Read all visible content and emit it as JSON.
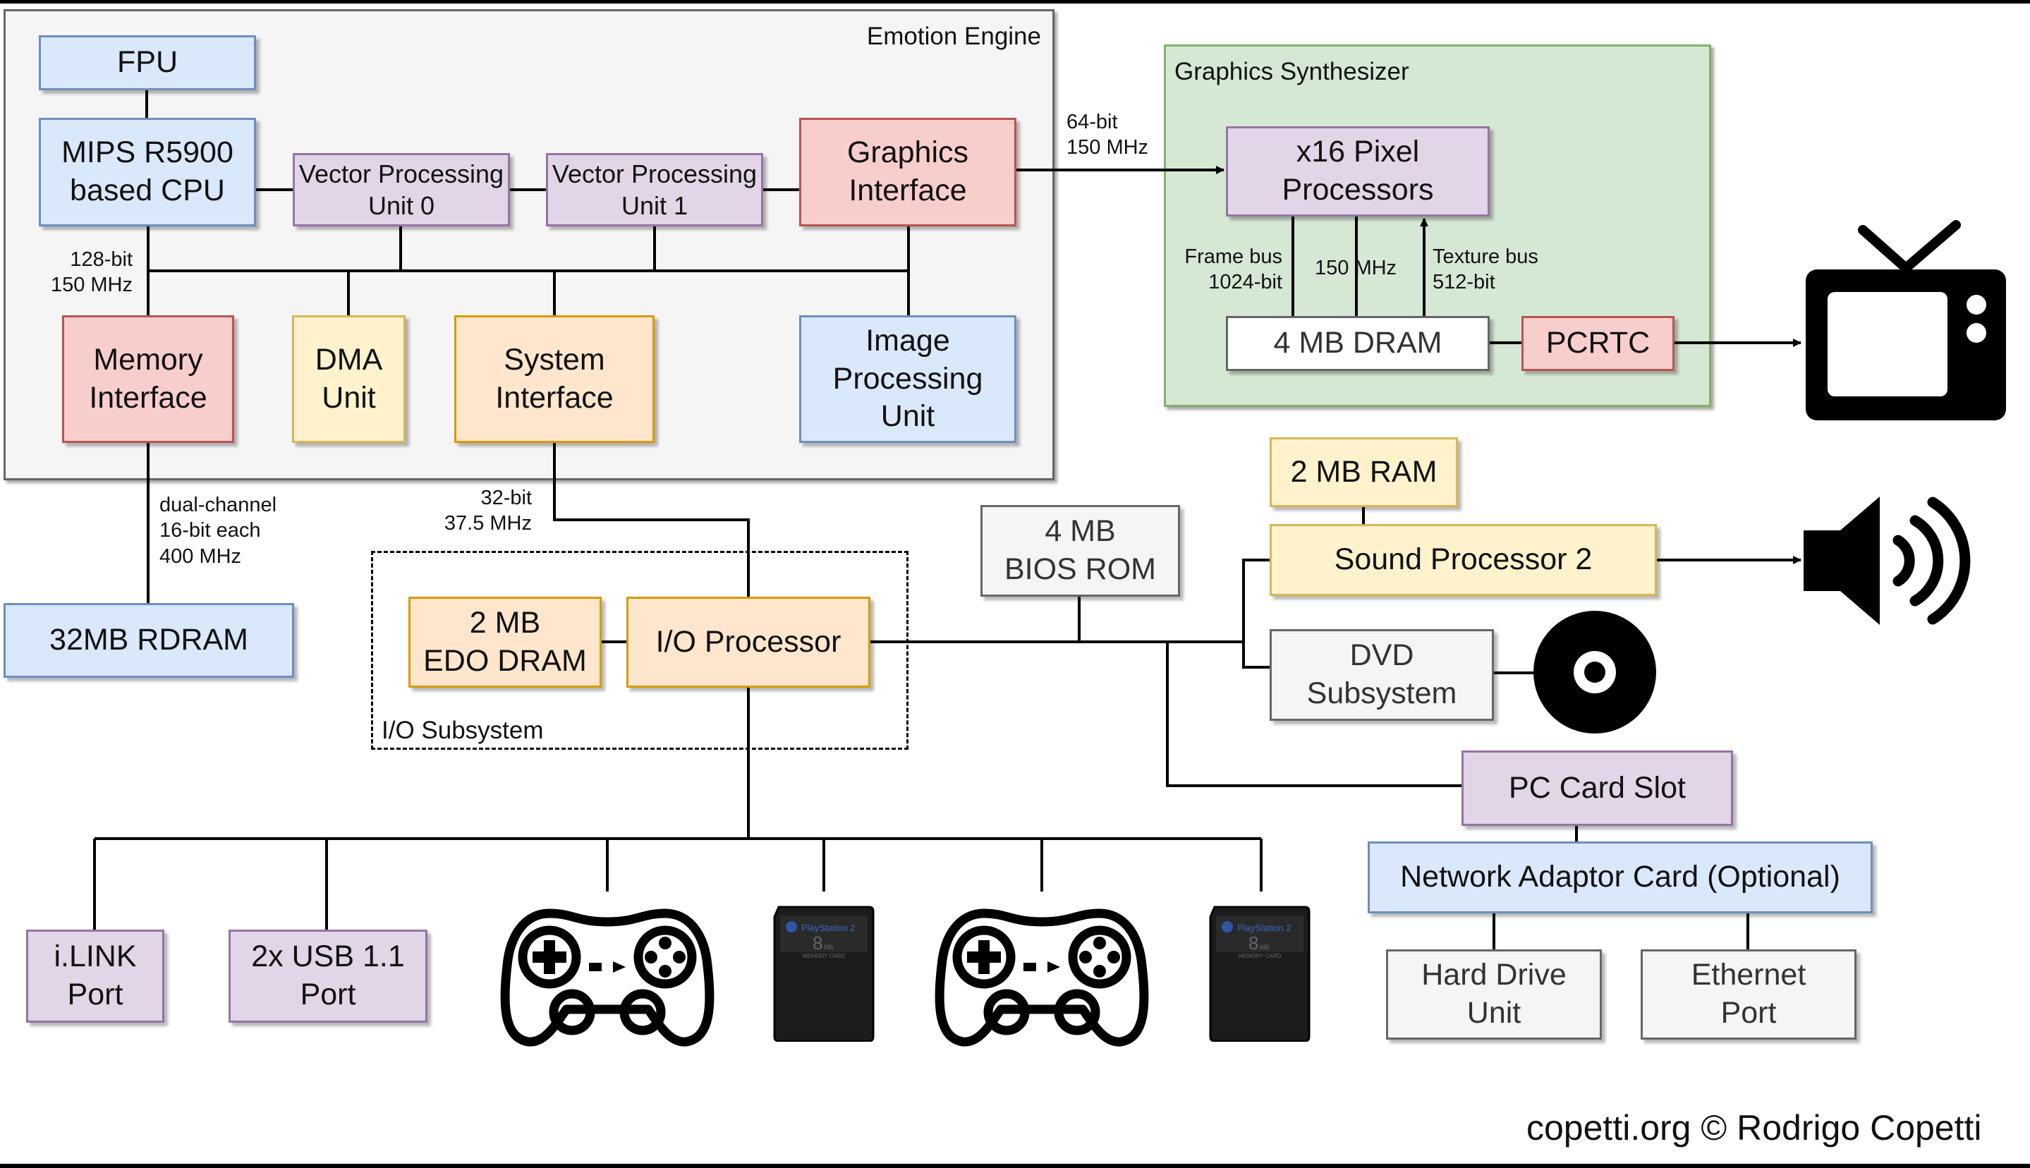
{
  "regions": {
    "emotion_engine": "Emotion Engine",
    "graphics_synthesizer": "Graphics Synthesizer",
    "io_subsystem": "I/O Subsystem"
  },
  "boxes": {
    "fpu": "FPU",
    "cpu": "MIPS R5900\nbased CPU",
    "vpu0": "Vector Processing\nUnit 0",
    "vpu1": "Vector Processing\nUnit 1",
    "gif": "Graphics\nInterface",
    "memory_interface": "Memory\nInterface",
    "dma": "DMA\nUnit",
    "system_interface": "System\nInterface",
    "ipu": "Image\nProcessing\nUnit",
    "pixel_processors": "x16 Pixel\nProcessors",
    "gs_dram": "4 MB DRAM",
    "pcrtc": "PCRTC",
    "rdram": "32MB RDRAM",
    "edo_dram": "2 MB\nEDO DRAM",
    "iop": "I/O Processor",
    "bios": "4 MB\nBIOS ROM",
    "spu_ram": "2 MB RAM",
    "spu2": "Sound Processor 2",
    "dvd": "DVD\nSubsystem",
    "pc_card": "PC Card Slot",
    "network": "Network Adaptor Card (Optional)",
    "hdd": "Hard Drive\nUnit",
    "ethernet": "Ethernet\nPort",
    "ilink": "i.LINK\nPort",
    "usb": "2x USB 1.1\nPort"
  },
  "labels": {
    "cpu_bus": "128-bit\n150 MHz",
    "gs_link": "64-bit\n150 MHz",
    "frame_bus": "Frame bus\n1024-bit",
    "gs_clock": "150 MHz",
    "texture_bus": "Texture bus\n512-bit",
    "rdram_bus": "dual-channel\n16-bit each\n400 MHz",
    "iop_bus": "32-bit\n37.5 MHz"
  },
  "icons": [
    "tv-icon",
    "speaker-icon",
    "disc-icon",
    "gamepad-icon",
    "memory-card-icon"
  ],
  "memory_card": {
    "brand": "PlayStation 2",
    "capacity": "8",
    "unit": "MB",
    "caption": "MEMORY CARD"
  },
  "credit": "copetti.org © Rodrigo Copetti"
}
